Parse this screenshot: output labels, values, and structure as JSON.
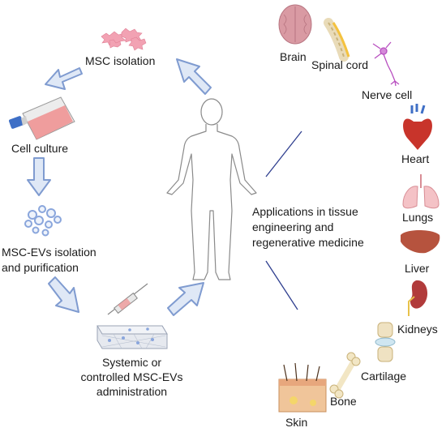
{
  "cycle": {
    "msc_isolation": "MSC isolation",
    "cell_culture": "Cell culture",
    "evs_isolation_line1": "MSC-EVs isolation",
    "evs_isolation_line2": "and purification",
    "administration_line1": "Systemic or",
    "administration_line2": "controlled MSC-EVs",
    "administration_line3": "administration"
  },
  "applications": {
    "line1": "Applications in tissue",
    "line2": "engineering and",
    "line3": "regenerative medicine"
  },
  "organs": {
    "brain": "Brain",
    "spinal_cord": "Spinal cord",
    "nerve_cell": "Nerve cell",
    "heart": "Heart",
    "lungs": "Lungs",
    "liver": "Liver",
    "kidneys": "Kidneys",
    "cartilage": "Cartilage",
    "bone": "Bone",
    "skin": "Skin"
  },
  "colors": {
    "arrow_fill": "#dfe8f6",
    "arrow_stroke": "#7f9bd0",
    "connector": "#2f3f8f",
    "msc_cells": "#f2a2b3",
    "flask_liquid": "#f08f8f",
    "flask_cap": "#3e6fc6",
    "vesicle": "#8aa6dc",
    "heart": "#c8342b",
    "liver": "#b6533e",
    "kidney": "#b13b3b",
    "lungs": "#f4c2c6",
    "brain": "#d99aa3",
    "bone": "#f2e6c4",
    "skin": "#f0c59a"
  }
}
